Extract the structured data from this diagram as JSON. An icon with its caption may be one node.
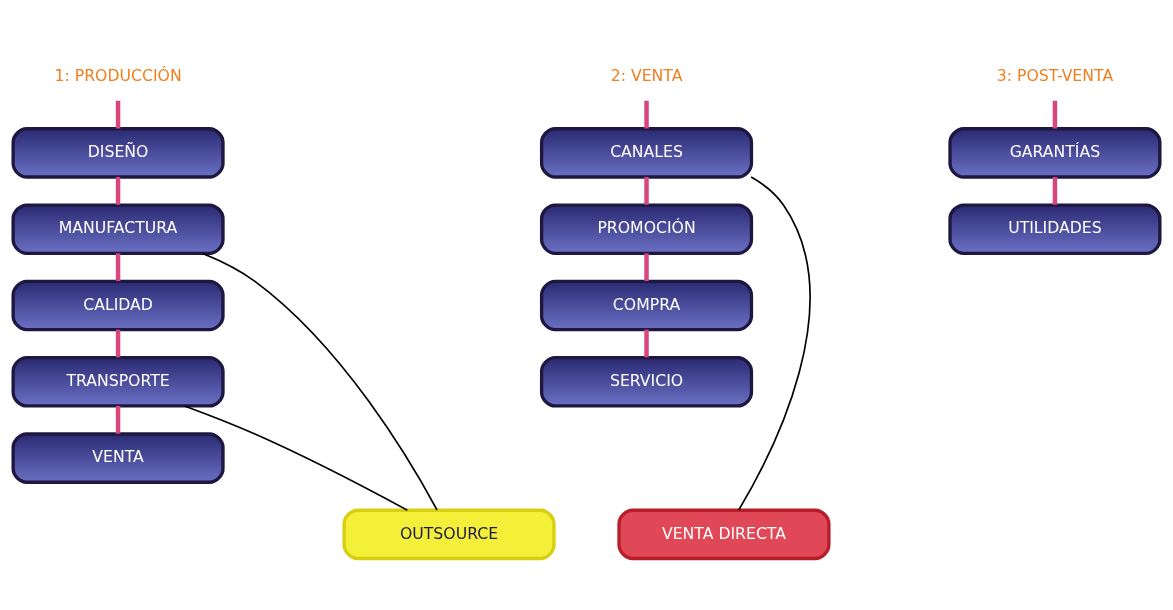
{
  "diagram": {
    "nodes": [
      {
        "text": [
          "1: PRODUCCIÓN"
        ]
      },
      {
        "text": [
          "DISEÑO"
        ]
      },
      {
        "text": [
          "MANUFACTURA"
        ]
      },
      {
        "text": [
          "CALIDAD"
        ]
      },
      {
        "text": [
          "TRANSPORTE"
        ]
      },
      {
        "text": [
          "VENTA"
        ]
      },
      {
        "text": [
          "2: VENTA"
        ]
      },
      {
        "text": [
          "CANALES"
        ]
      },
      {
        "text": [
          "PROMOCIÓN"
        ]
      },
      {
        "text": [
          "COMPRA"
        ]
      },
      {
        "text": [
          "SERVICIO"
        ]
      },
      {
        "text": [
          "3: POST-VENTA"
        ]
      },
      {
        "text": [
          "GARANTÍAS"
        ]
      },
      {
        "text": [
          "UTILIDADES"
        ]
      },
      {
        "text": [
          "OUTSOURCE"
        ]
      },
      {
        "text": [
          "VENTA DIRECTA"
        ]
      }
    ],
    "edges": [
      {
        "from": 0,
        "to": 1,
        "arrow": "none"
      },
      {
        "from": 1,
        "to": 2,
        "arrow": "none"
      },
      {
        "from": 2,
        "to": 3,
        "arrow": "none"
      },
      {
        "from": 3,
        "to": 4,
        "arrow": "none"
      },
      {
        "from": 4,
        "to": 5,
        "arrow": "none"
      },
      {
        "from": 6,
        "to": 7,
        "arrow": "none"
      },
      {
        "from": 7,
        "to": 8,
        "arrow": "none"
      },
      {
        "from": 8,
        "to": 9,
        "arrow": "none"
      },
      {
        "from": 9,
        "to": 10,
        "arrow": "none"
      },
      {
        "from": 11,
        "to": 12,
        "arrow": "none"
      },
      {
        "from": 12,
        "to": 13,
        "arrow": "none"
      },
      {
        "from": 2,
        "to": 14,
        "arrow": "none",
        "color": "#000000"
      },
      {
        "from": 4,
        "to": 14,
        "arrow": "none",
        "color": "#000000"
      },
      {
        "from": 7,
        "to": 15,
        "arrow": "none",
        "color": "#000000"
      }
    ]
  }
}
